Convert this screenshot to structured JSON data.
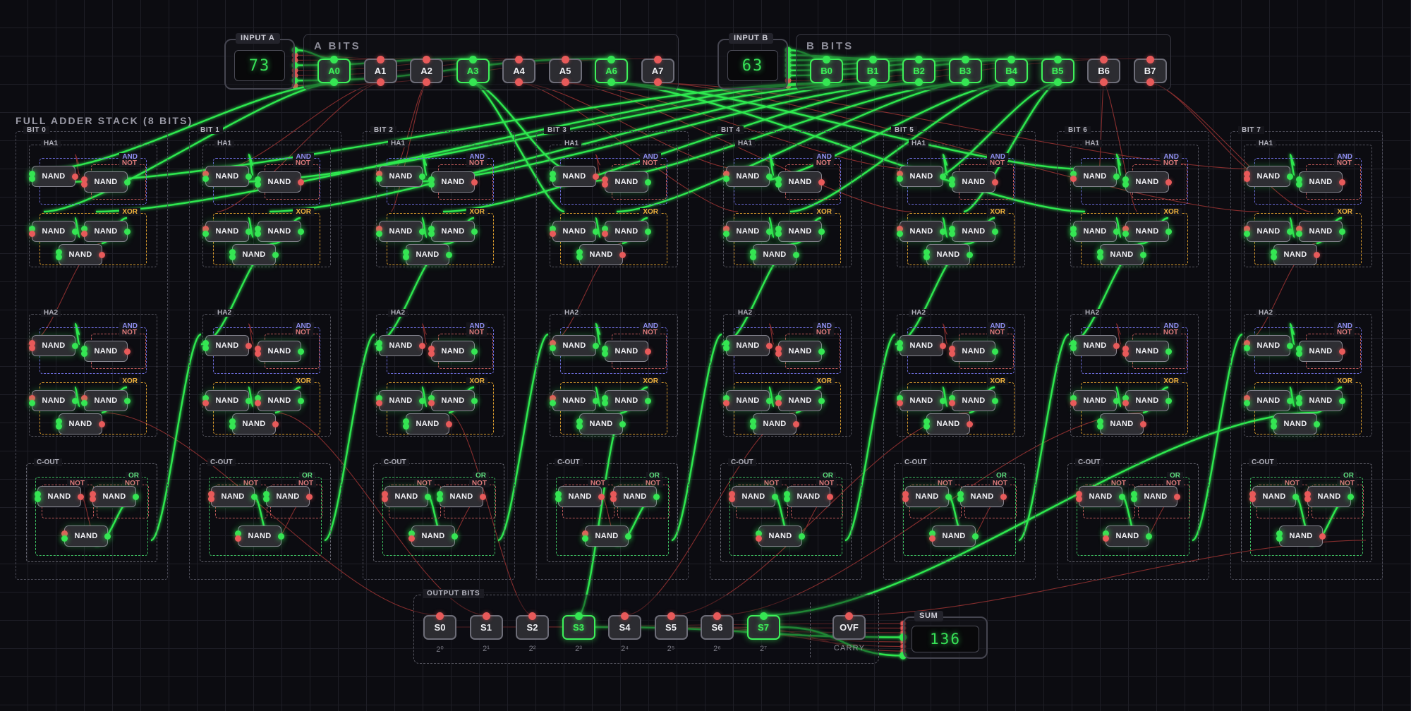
{
  "title": "FULL ADDER STACK (8 BITS)",
  "inputs": {
    "a": {
      "notch": "INPUT A",
      "value": "73",
      "bits_label": "A BITS",
      "bits": [
        {
          "label": "A0",
          "on": true
        },
        {
          "label": "A1",
          "on": false
        },
        {
          "label": "A2",
          "on": false
        },
        {
          "label": "A3",
          "on": true
        },
        {
          "label": "A4",
          "on": false
        },
        {
          "label": "A5",
          "on": false
        },
        {
          "label": "A6",
          "on": true
        },
        {
          "label": "A7",
          "on": false
        }
      ]
    },
    "b": {
      "notch": "INPUT B",
      "value": "63",
      "bits_label": "B BITS",
      "bits": [
        {
          "label": "B0",
          "on": true
        },
        {
          "label": "B1",
          "on": true
        },
        {
          "label": "B2",
          "on": true
        },
        {
          "label": "B3",
          "on": true
        },
        {
          "label": "B4",
          "on": true
        },
        {
          "label": "B5",
          "on": true
        },
        {
          "label": "B6",
          "on": false
        },
        {
          "label": "B7",
          "on": false
        }
      ]
    }
  },
  "output": {
    "frame_label": "OUTPUT BITS",
    "bits": [
      {
        "label": "S0",
        "on": false,
        "exp": "2⁰"
      },
      {
        "label": "S1",
        "on": false,
        "exp": "2¹"
      },
      {
        "label": "S2",
        "on": false,
        "exp": "2²"
      },
      {
        "label": "S3",
        "on": true,
        "exp": "2³"
      },
      {
        "label": "S4",
        "on": false,
        "exp": "2⁴"
      },
      {
        "label": "S5",
        "on": false,
        "exp": "2⁵"
      },
      {
        "label": "S6",
        "on": false,
        "exp": "2⁶"
      },
      {
        "label": "S7",
        "on": true,
        "exp": "2⁷"
      }
    ],
    "overflow": {
      "label": "OVF",
      "on": false,
      "caption": "CARRY"
    },
    "sum": {
      "notch": "SUM",
      "value": "136"
    }
  },
  "stack": {
    "bit_labels": [
      "BIT 0",
      "BIT 1",
      "BIT 2",
      "BIT 3",
      "BIT 4",
      "BIT 5",
      "BIT 6",
      "BIT 7"
    ],
    "half_adder_labels": [
      "HA1",
      "HA2"
    ],
    "cout_label": "C-OUT",
    "group_labels": {
      "and": "AND",
      "not": "NOT",
      "xor": "XOR",
      "or": "OR"
    },
    "gate_label": "NAND"
  },
  "colors": {
    "signal_on": "#35e653",
    "signal_off": "#e85a5a",
    "wire_on": "#2ee84f",
    "wire_off": "#8c2f2f",
    "and_group": "#6b6bd8",
    "not_group": "#c05a5a",
    "xor_group": "#d99b2e",
    "or_group": "#3fbf62",
    "display_text": "#37e257",
    "background": "#0c0c11"
  }
}
